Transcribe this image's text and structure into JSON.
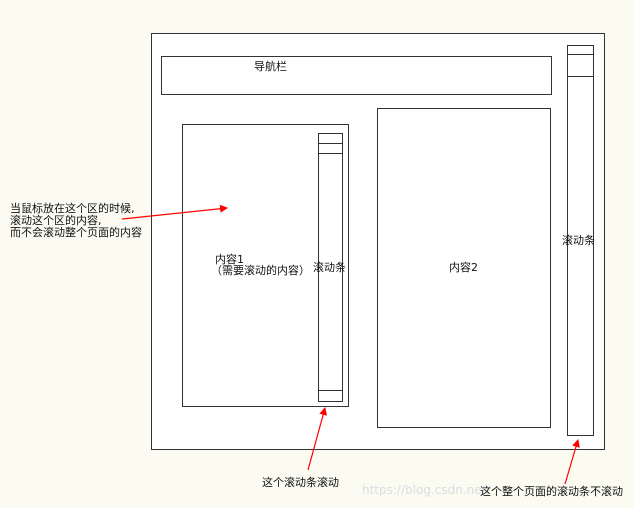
{
  "diagram": {
    "navbar_label": "导航栏",
    "content1_line1": "内容1",
    "content1_line2": "（需要滚动的内容）",
    "inner_scrollbar_label": "滚动条",
    "content2_label": "内容2",
    "outer_scrollbar_label": "滚动条",
    "annotation_left": {
      "line1": "当鼠标放在这个区的时候,",
      "line2": "滚动这个区的内容,",
      "line3": "而不会滚动整个页面的内容"
    },
    "annotation_inner": "这个滚动条滚动",
    "annotation_outer": "这个整个页面的滚动条不滚动",
    "watermark": "https://blog.csdn.net/"
  },
  "colors": {
    "arrow": "#ff0000",
    "border": "#333333",
    "background": "#fbfbf2"
  }
}
